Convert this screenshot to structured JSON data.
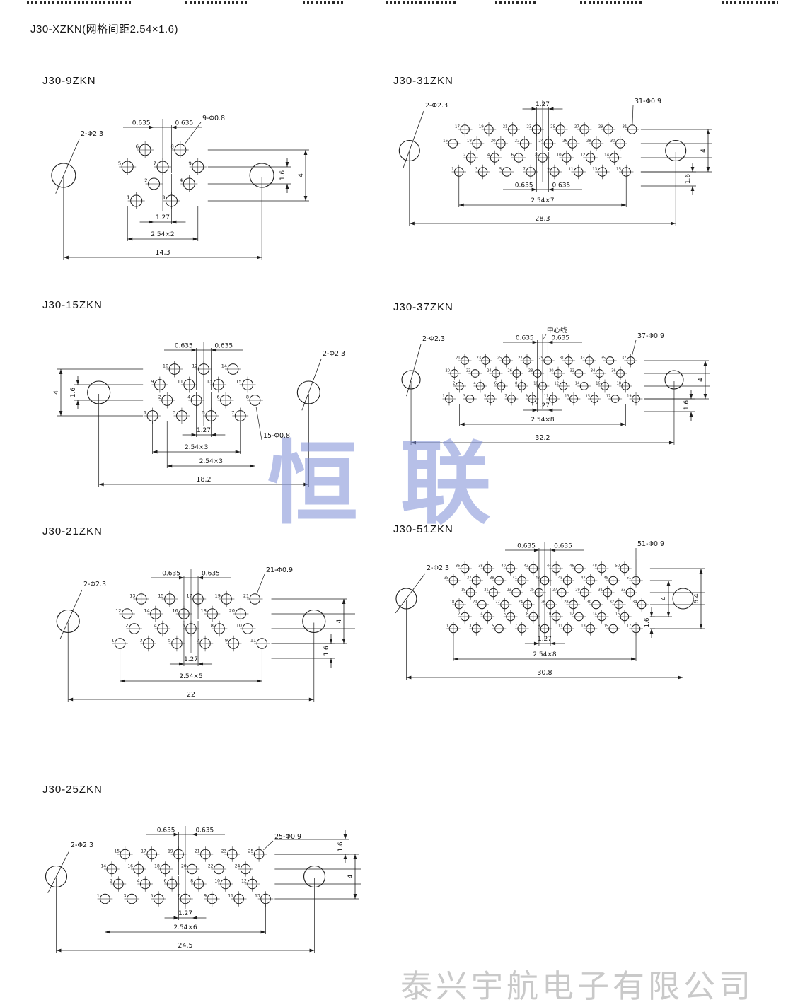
{
  "page": {
    "header": "J30-XZKN(网格间距2.54×1.6)",
    "watermark": "恒联",
    "footer": "泰兴宇航电子有限公司"
  },
  "connectors": [
    {
      "id": "j30-9zkn",
      "title": "J30-9ZKN",
      "rows": [
        {
          "start": 5,
          "count": 5
        },
        {
          "start": 1,
          "count": 4
        }
      ],
      "labels": {
        "mount": "2-Φ2.3",
        "holes": "9-Φ0.8",
        "d635": "0.635",
        "pitch": "1.27",
        "spans": [
          "2.54×2"
        ],
        "total": "14.3",
        "v4": "4",
        "v16": "1.6"
      }
    },
    {
      "id": "j30-31zkn",
      "title": "J30-31ZKN",
      "rows": [
        {
          "start": 16,
          "count": 16
        },
        {
          "start": 1,
          "count": 15
        }
      ],
      "labels": {
        "mount": "2-Φ2.3",
        "holes": "31-Φ0.9",
        "d635": "0.635",
        "pitch": "1.27",
        "spans": [
          "2.54×7"
        ],
        "total": "28.3",
        "v4": "4",
        "v16": "1.6"
      }
    },
    {
      "id": "j30-15zkn",
      "title": "J30-15ZKN",
      "rows": [
        {
          "start": 9,
          "count": 7
        },
        {
          "start": 1,
          "count": 8
        }
      ],
      "labels": {
        "mount": "2-Φ2.3",
        "holes": "15-Φ0.8",
        "d635": "0.635",
        "pitch": "1.27",
        "spans": [
          "2.54×3",
          "2.54×3"
        ],
        "total": "18.2",
        "v4": "4",
        "v16": "1.6"
      }
    },
    {
      "id": "j30-37zkn",
      "title": "J30-37ZKN",
      "rows": [
        {
          "start": 20,
          "count": 18
        },
        {
          "start": 1,
          "count": 19
        }
      ],
      "labels": {
        "mount": "2-Φ2.3",
        "holes": "37-Φ0.9",
        "d635": "0.635",
        "pitch": "1.27",
        "spans": [
          "2.54×8"
        ],
        "total": "32.2",
        "v4": "4",
        "v16": "1.6",
        "centerline": "中心线"
      }
    },
    {
      "id": "j30-21zkn",
      "title": "J30-21ZKN",
      "rows": [
        {
          "start": 12,
          "count": 10
        },
        {
          "start": 1,
          "count": 11
        }
      ],
      "labels": {
        "mount": "2-Φ2.3",
        "holes": "21-Φ0.9",
        "d635": "0.635",
        "pitch": "1.27",
        "spans": [
          "2.54×5"
        ],
        "total": "22",
        "v4": "4",
        "v16": "1.6"
      }
    },
    {
      "id": "j30-51zkn",
      "title": "J30-51ZKN",
      "rows": [
        {
          "start": 35,
          "count": 17
        },
        {
          "start": 18,
          "count": 17,
          "shift": 0.5
        },
        {
          "start": 1,
          "count": 17
        }
      ],
      "labels": {
        "mount": "2-Φ2.3",
        "holes": "51-Φ0.9",
        "d635": "0.635",
        "pitch": "1.27",
        "spans": [
          "2.54×8"
        ],
        "total": "30.8",
        "v4": "4",
        "v16": "1.6",
        "v64": "6.4"
      }
    },
    {
      "id": "j30-25zkn",
      "title": "J30-25ZKN",
      "rows": [
        {
          "start": 14,
          "count": 12
        },
        {
          "start": 1,
          "count": 13
        }
      ],
      "labels": {
        "mount": "2-Φ2.3",
        "holes": "25-Φ0.9",
        "d635": "0.635",
        "pitch": "1.27",
        "spans": [
          "2.54×6"
        ],
        "total": "24.5",
        "v4": "4",
        "v16": "1.6"
      }
    }
  ]
}
